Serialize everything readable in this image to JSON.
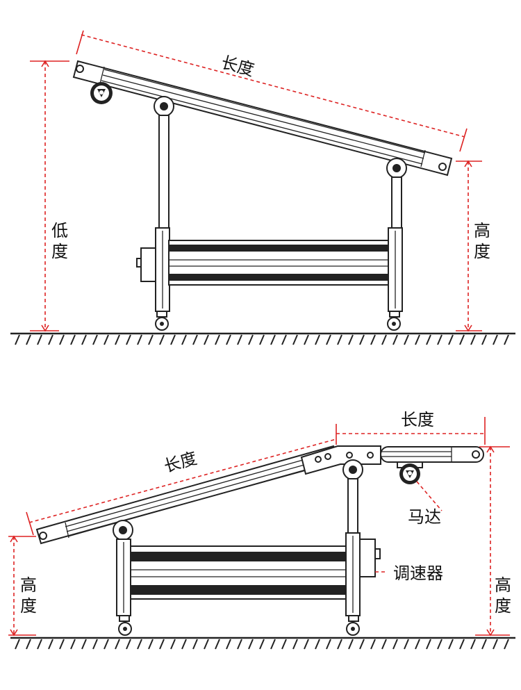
{
  "diagram": {
    "top": {
      "length_label": "长度",
      "low_label": [
        "低",
        "度"
      ],
      "height_label": [
        "高",
        "度"
      ]
    },
    "bottom": {
      "length_label_left": "长度",
      "length_label_right": "长度",
      "height_label_left": [
        "高",
        "度"
      ],
      "height_label_right": [
        "高",
        "度"
      ],
      "motor_label": "马达",
      "speed_controller_label": "调速器"
    },
    "colors": {
      "dimension_line": "#d22222",
      "structure": "#222222"
    }
  }
}
